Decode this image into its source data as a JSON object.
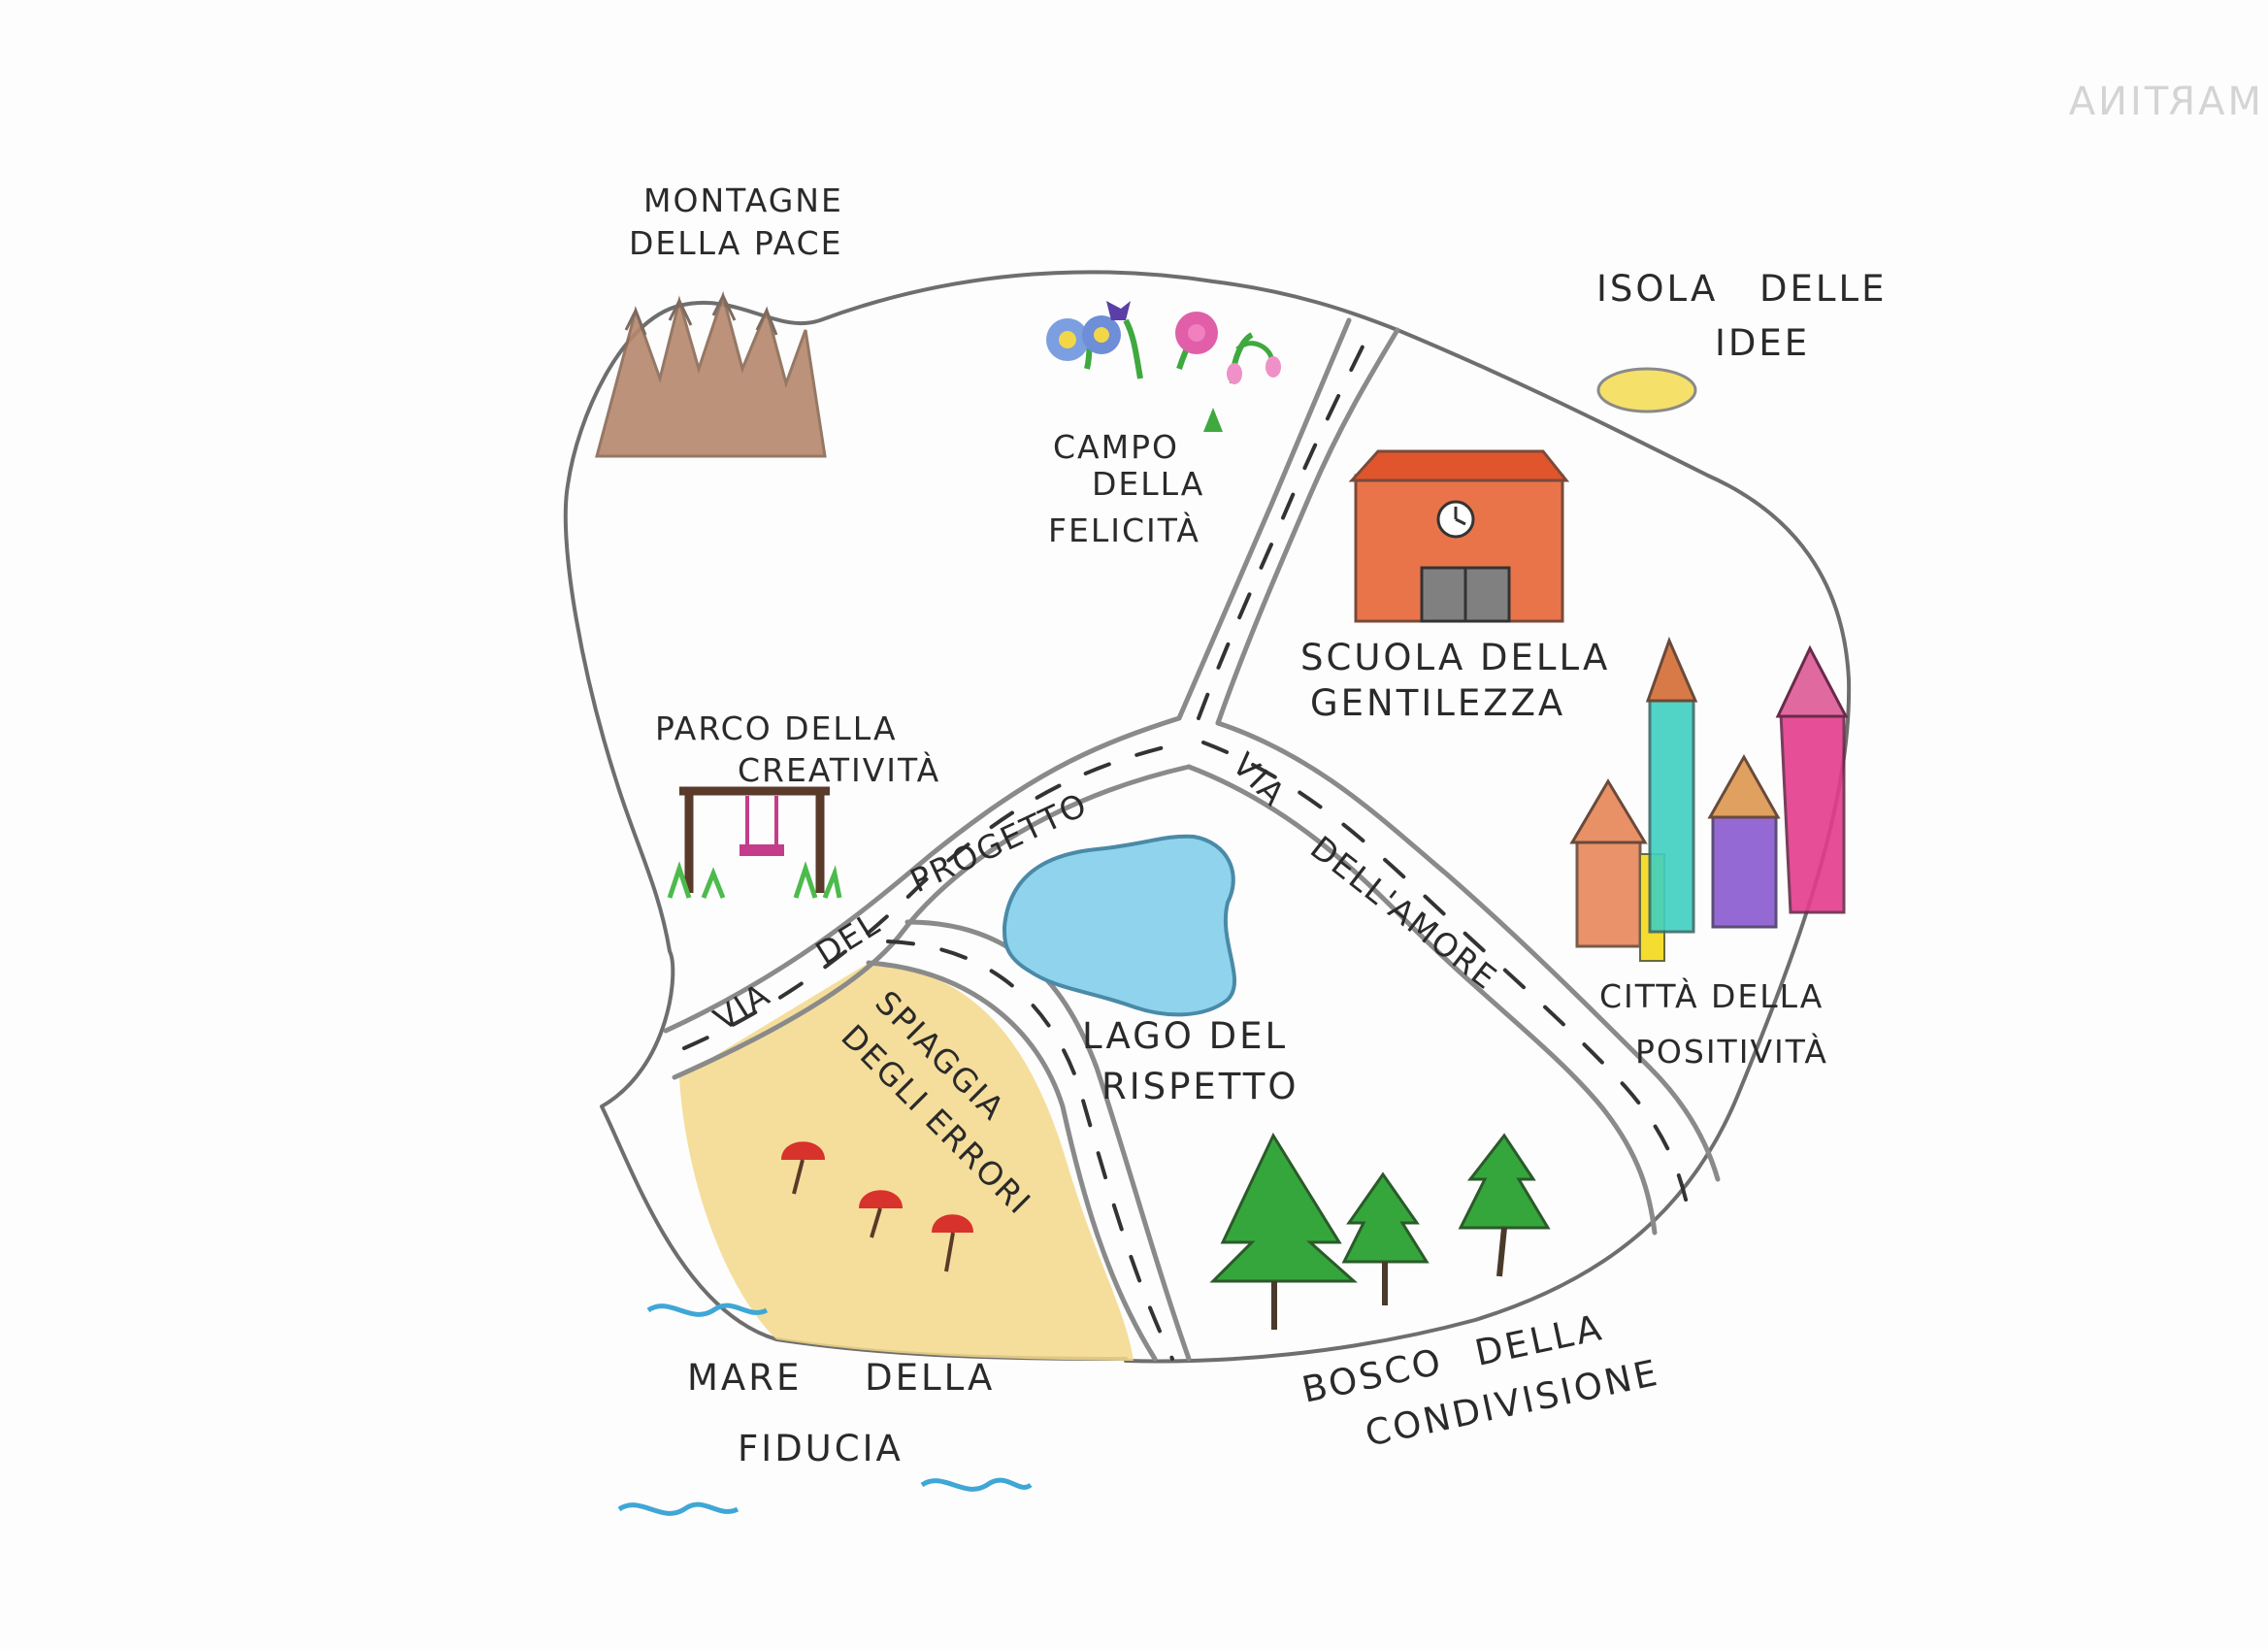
{
  "signature": "MARTINA",
  "places": {
    "mountains": {
      "line1": "MONTAGNE",
      "line2": "DELLA PACE"
    },
    "island": {
      "line1": "ISOLA DELLE",
      "line2": "IDEE"
    },
    "field": {
      "line1": "CAMPO",
      "line2": "DELLA",
      "line3": "FELICITÀ"
    },
    "school": {
      "line1": "SCUOLA DELLA",
      "line2": "GENTILEZZA"
    },
    "park": {
      "line1": "PARCO DELLA",
      "line2": "CREATIVITÀ"
    },
    "city": {
      "line1": "CITTÀ DELLA",
      "line2": "POSITIVITÀ"
    },
    "lake": {
      "line1": "LAGO DEL",
      "line2": "RISPETTO"
    },
    "beach": {
      "line1": "SPIAGGIA",
      "line2": "DEGLI ERRORI"
    },
    "forest": {
      "line1": "BOSCO DELLA",
      "line2": "CONDIVISIONE"
    },
    "sea": {
      "line1": "MARE DELLA",
      "line2": "FIDUCIA"
    }
  },
  "roads": {
    "project": {
      "w1": "VIA",
      "w2": "DEL",
      "w3": "PROGETTO"
    },
    "love": {
      "w1": "VIA",
      "w2": "DELL'AMORE"
    }
  },
  "colors": {
    "outline": "#6e6e6e",
    "lake": "#8fd3ec",
    "beach": "#f3d88a",
    "school": "#e9744a",
    "roof": "#e0552c",
    "tree": "#35a63c",
    "mountain": "#b7876c",
    "island": "#f5e06a",
    "sea": "#3fa7d6"
  },
  "icons": [
    "mountain-icon",
    "flower-icon",
    "school-building-icon",
    "swing-icon",
    "tower-icon",
    "lake-icon",
    "umbrella-icon",
    "tree-icon",
    "wave-icon",
    "island-icon"
  ]
}
